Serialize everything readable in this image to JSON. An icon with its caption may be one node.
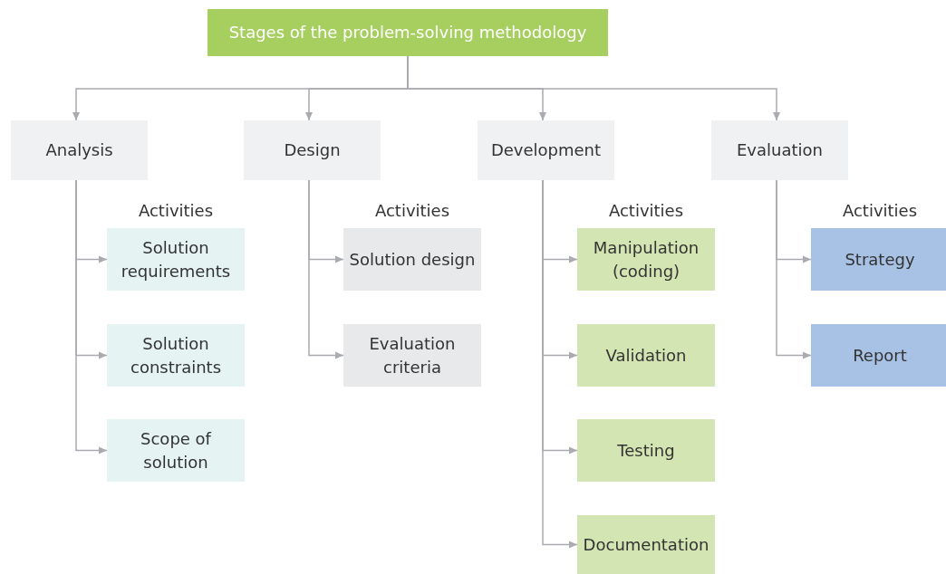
{
  "diagram": {
    "nodes": [
      {
        "text": [
          "Stages of the problem-solving methodology"
        ]
      },
      {
        "text": [
          "Analysis"
        ]
      },
      {
        "text": [
          "Design"
        ]
      },
      {
        "text": [
          "Development"
        ]
      },
      {
        "text": [
          "Evaluation"
        ]
      },
      {
        "text": [
          "Solution requirements"
        ]
      },
      {
        "text": [
          "Solution constraints"
        ]
      },
      {
        "text": [
          "Scope of solution"
        ]
      },
      {
        "text": [
          "Solution design"
        ]
      },
      {
        "text": [
          "Evaluation criteria"
        ]
      },
      {
        "text": [
          "Manipulation (coding)"
        ]
      },
      {
        "text": [
          "Validation"
        ]
      },
      {
        "text": [
          "Testing"
        ]
      },
      {
        "text": [
          "Documentation"
        ]
      },
      {
        "text": [
          "Strategy"
        ]
      },
      {
        "text": [
          "Report"
        ]
      }
    ],
    "edges": [
      {
        "from": 0,
        "to": 1,
        "arrow": "to"
      },
      {
        "from": 0,
        "to": 2,
        "arrow": "to"
      },
      {
        "from": 0,
        "to": 3,
        "arrow": "to"
      },
      {
        "from": 0,
        "to": 4,
        "arrow": "to"
      },
      {
        "from": 1,
        "to": 5,
        "arrow": "to"
      },
      {
        "from": 1,
        "to": 6,
        "arrow": "to"
      },
      {
        "from": 1,
        "to": 7,
        "arrow": "to"
      },
      {
        "from": 2,
        "to": 8,
        "arrow": "to"
      },
      {
        "from": 2,
        "to": 9,
        "arrow": "to"
      },
      {
        "from": 3,
        "to": 10,
        "arrow": "to"
      },
      {
        "from": 3,
        "to": 11,
        "arrow": "to"
      },
      {
        "from": 3,
        "to": 12,
        "arrow": "to"
      },
      {
        "from": 3,
        "to": 13,
        "arrow": "to"
      },
      {
        "from": 4,
        "to": 14,
        "arrow": "to"
      },
      {
        "from": 4,
        "to": 15,
        "arrow": "to"
      }
    ],
    "labels": [
      "Activities",
      "Activities",
      "Activities",
      "Activities"
    ]
  }
}
